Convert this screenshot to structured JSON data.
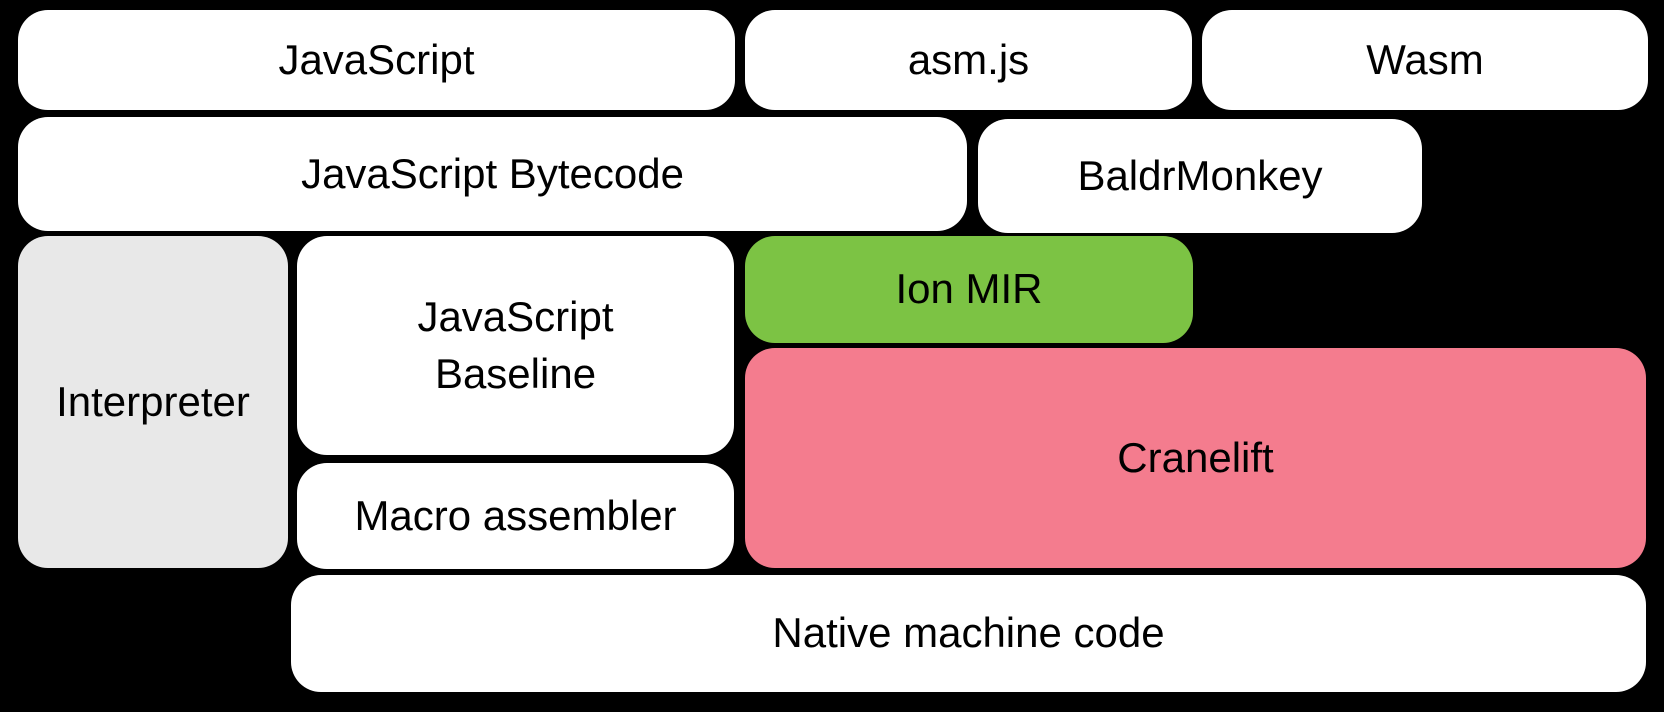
{
  "colors": {
    "background": "#000000",
    "box_default": "#ffffff",
    "interpreter_gray": "#e8e8e8",
    "ion_mir_green": "#7cc344",
    "cranelift_pink": "#f47c8e",
    "text": "#000000"
  },
  "nodes": {
    "javascript": {
      "label": "JavaScript",
      "fill": "#ffffff"
    },
    "asmjs": {
      "label": "asm.js",
      "fill": "#ffffff"
    },
    "wasm": {
      "label": "Wasm",
      "fill": "#ffffff"
    },
    "javascript_bytecode": {
      "label": "JavaScript Bytecode",
      "fill": "#ffffff"
    },
    "baldrmonkey": {
      "label": "BaldrMonkey",
      "fill": "#ffffff"
    },
    "interpreter": {
      "label": "Interpreter",
      "fill": "#e8e8e8"
    },
    "javascript_baseline": {
      "label": "JavaScript\nBaseline",
      "fill": "#ffffff"
    },
    "ion_mir": {
      "label": "Ion MIR",
      "fill": "#7cc344"
    },
    "cranelift": {
      "label": "Cranelift",
      "fill": "#f47c8e"
    },
    "macro_assembler": {
      "label": "Macro assembler",
      "fill": "#ffffff"
    },
    "native_machine_code": {
      "label": "Native machine code",
      "fill": "#ffffff"
    }
  }
}
